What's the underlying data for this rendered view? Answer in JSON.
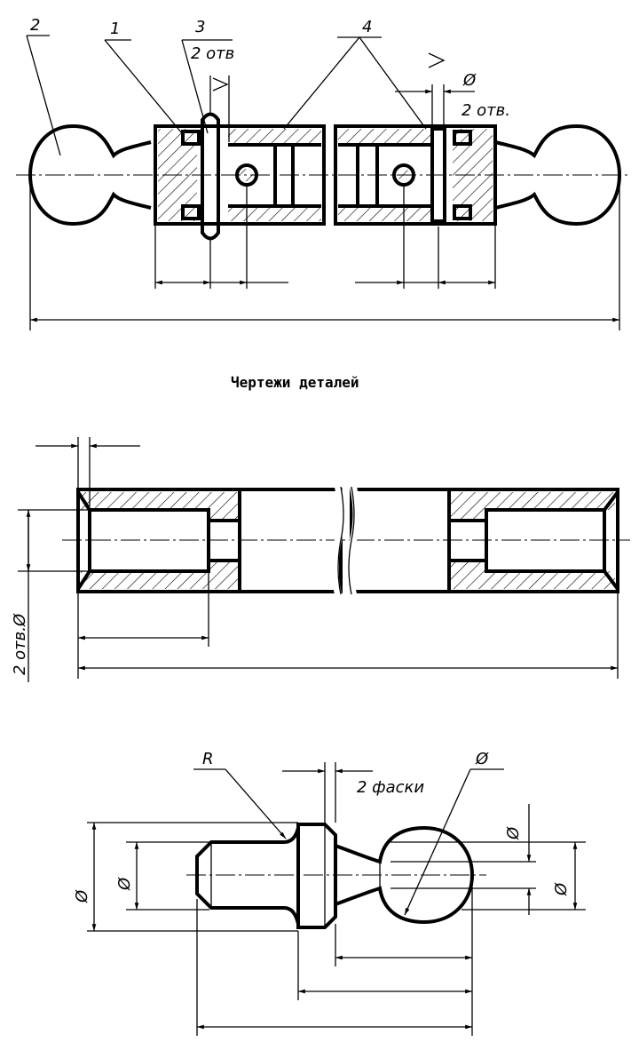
{
  "assembly": {
    "callouts": {
      "c1": "1",
      "c2": "2",
      "c3": "3",
      "c4": "4"
    },
    "pin_holes_left": "2 отв",
    "pin_holes_right": "2 отв.",
    "diameter_symbol": "Ø"
  },
  "section_title": "Чертежи деталей",
  "tube": {
    "holes_note": "2 отв.Ø"
  },
  "end_part": {
    "radius_label": "R",
    "chamfers_label": "2 фаски",
    "diameter_symbol": "Ø"
  },
  "colors": {
    "ink": "#000000",
    "paper": "#ffffff"
  }
}
